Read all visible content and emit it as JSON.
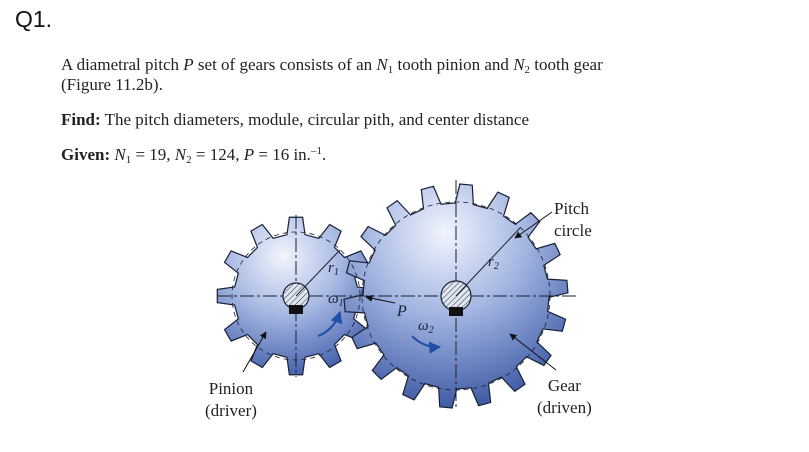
{
  "question": {
    "number": "Q1."
  },
  "problem": {
    "statement_1": "A diametral pitch ",
    "P": "P",
    "statement_2": " set of gears consists of an ",
    "N": "N",
    "sub1": "1",
    "statement_3": " tooth pinion and ",
    "sub2": "2",
    "statement_4": " tooth gear",
    "statement_line2": "(Figure 11.2b).",
    "find_label": "Find:",
    "find_text": " The pitch diameters, module, circular pith, and center distance",
    "given_label": "Given:",
    "given_n1": " = 19, ",
    "given_n2": " = 124, ",
    "given_p_value": " = 16 in.",
    "given_p_exp": "–1",
    "given_end": "."
  },
  "figure": {
    "pitch_label_1": "Pitch",
    "pitch_label_2": "circle",
    "pinion_label_1": "Pinion",
    "pinion_label_2": "(driver)",
    "gear_label_1": "Gear",
    "gear_label_2": "(driven)",
    "r1_main": "r",
    "r1_sub": "1",
    "r2_main": "r",
    "r2_sub": "2",
    "w1_main": "ω",
    "w1_sub": "1",
    "w2_main": "ω",
    "w2_sub": "2",
    "p_point": "P",
    "colors": {
      "gear_light": "#e8eef9",
      "gear_mid": "#7f97cf",
      "gear_dark": "#3a57a3",
      "outline": "#1a1f33",
      "arrow_blue": "#1f4fa8"
    }
  }
}
